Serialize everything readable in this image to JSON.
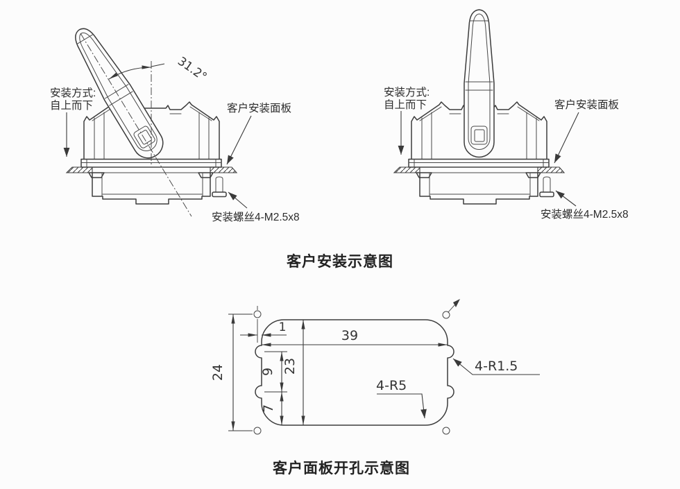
{
  "colors": {
    "background": "#fcfcfc",
    "line": "#3c3c3c",
    "text": "#2c2c2c"
  },
  "install_section": {
    "caption": "客户安装示意图",
    "tilted_view": {
      "method_label_line1": "安装方式:",
      "method_label_line2": "自上而下",
      "angle_label": "31.2°",
      "panel_label": "客户安装面板",
      "screw_label": "安装螺丝4-M2.5x8"
    },
    "upright_view": {
      "method_label_line1": "安装方式:",
      "method_label_line2": "自上而下",
      "panel_label": "客户安装面板",
      "screw_label": "安装螺丝4-M2.5x8"
    }
  },
  "cutout_section": {
    "caption": "客户面板开孔示意图",
    "dims": {
      "cutout_width": "39",
      "hole_pitch_height": "24",
      "cutout_height": "23",
      "notch_pitch": "9",
      "notch_to_edge": "7",
      "hole_edge_offset": "1",
      "corner_radius": "4-R5",
      "notch_radius": "4-R1.5"
    }
  }
}
